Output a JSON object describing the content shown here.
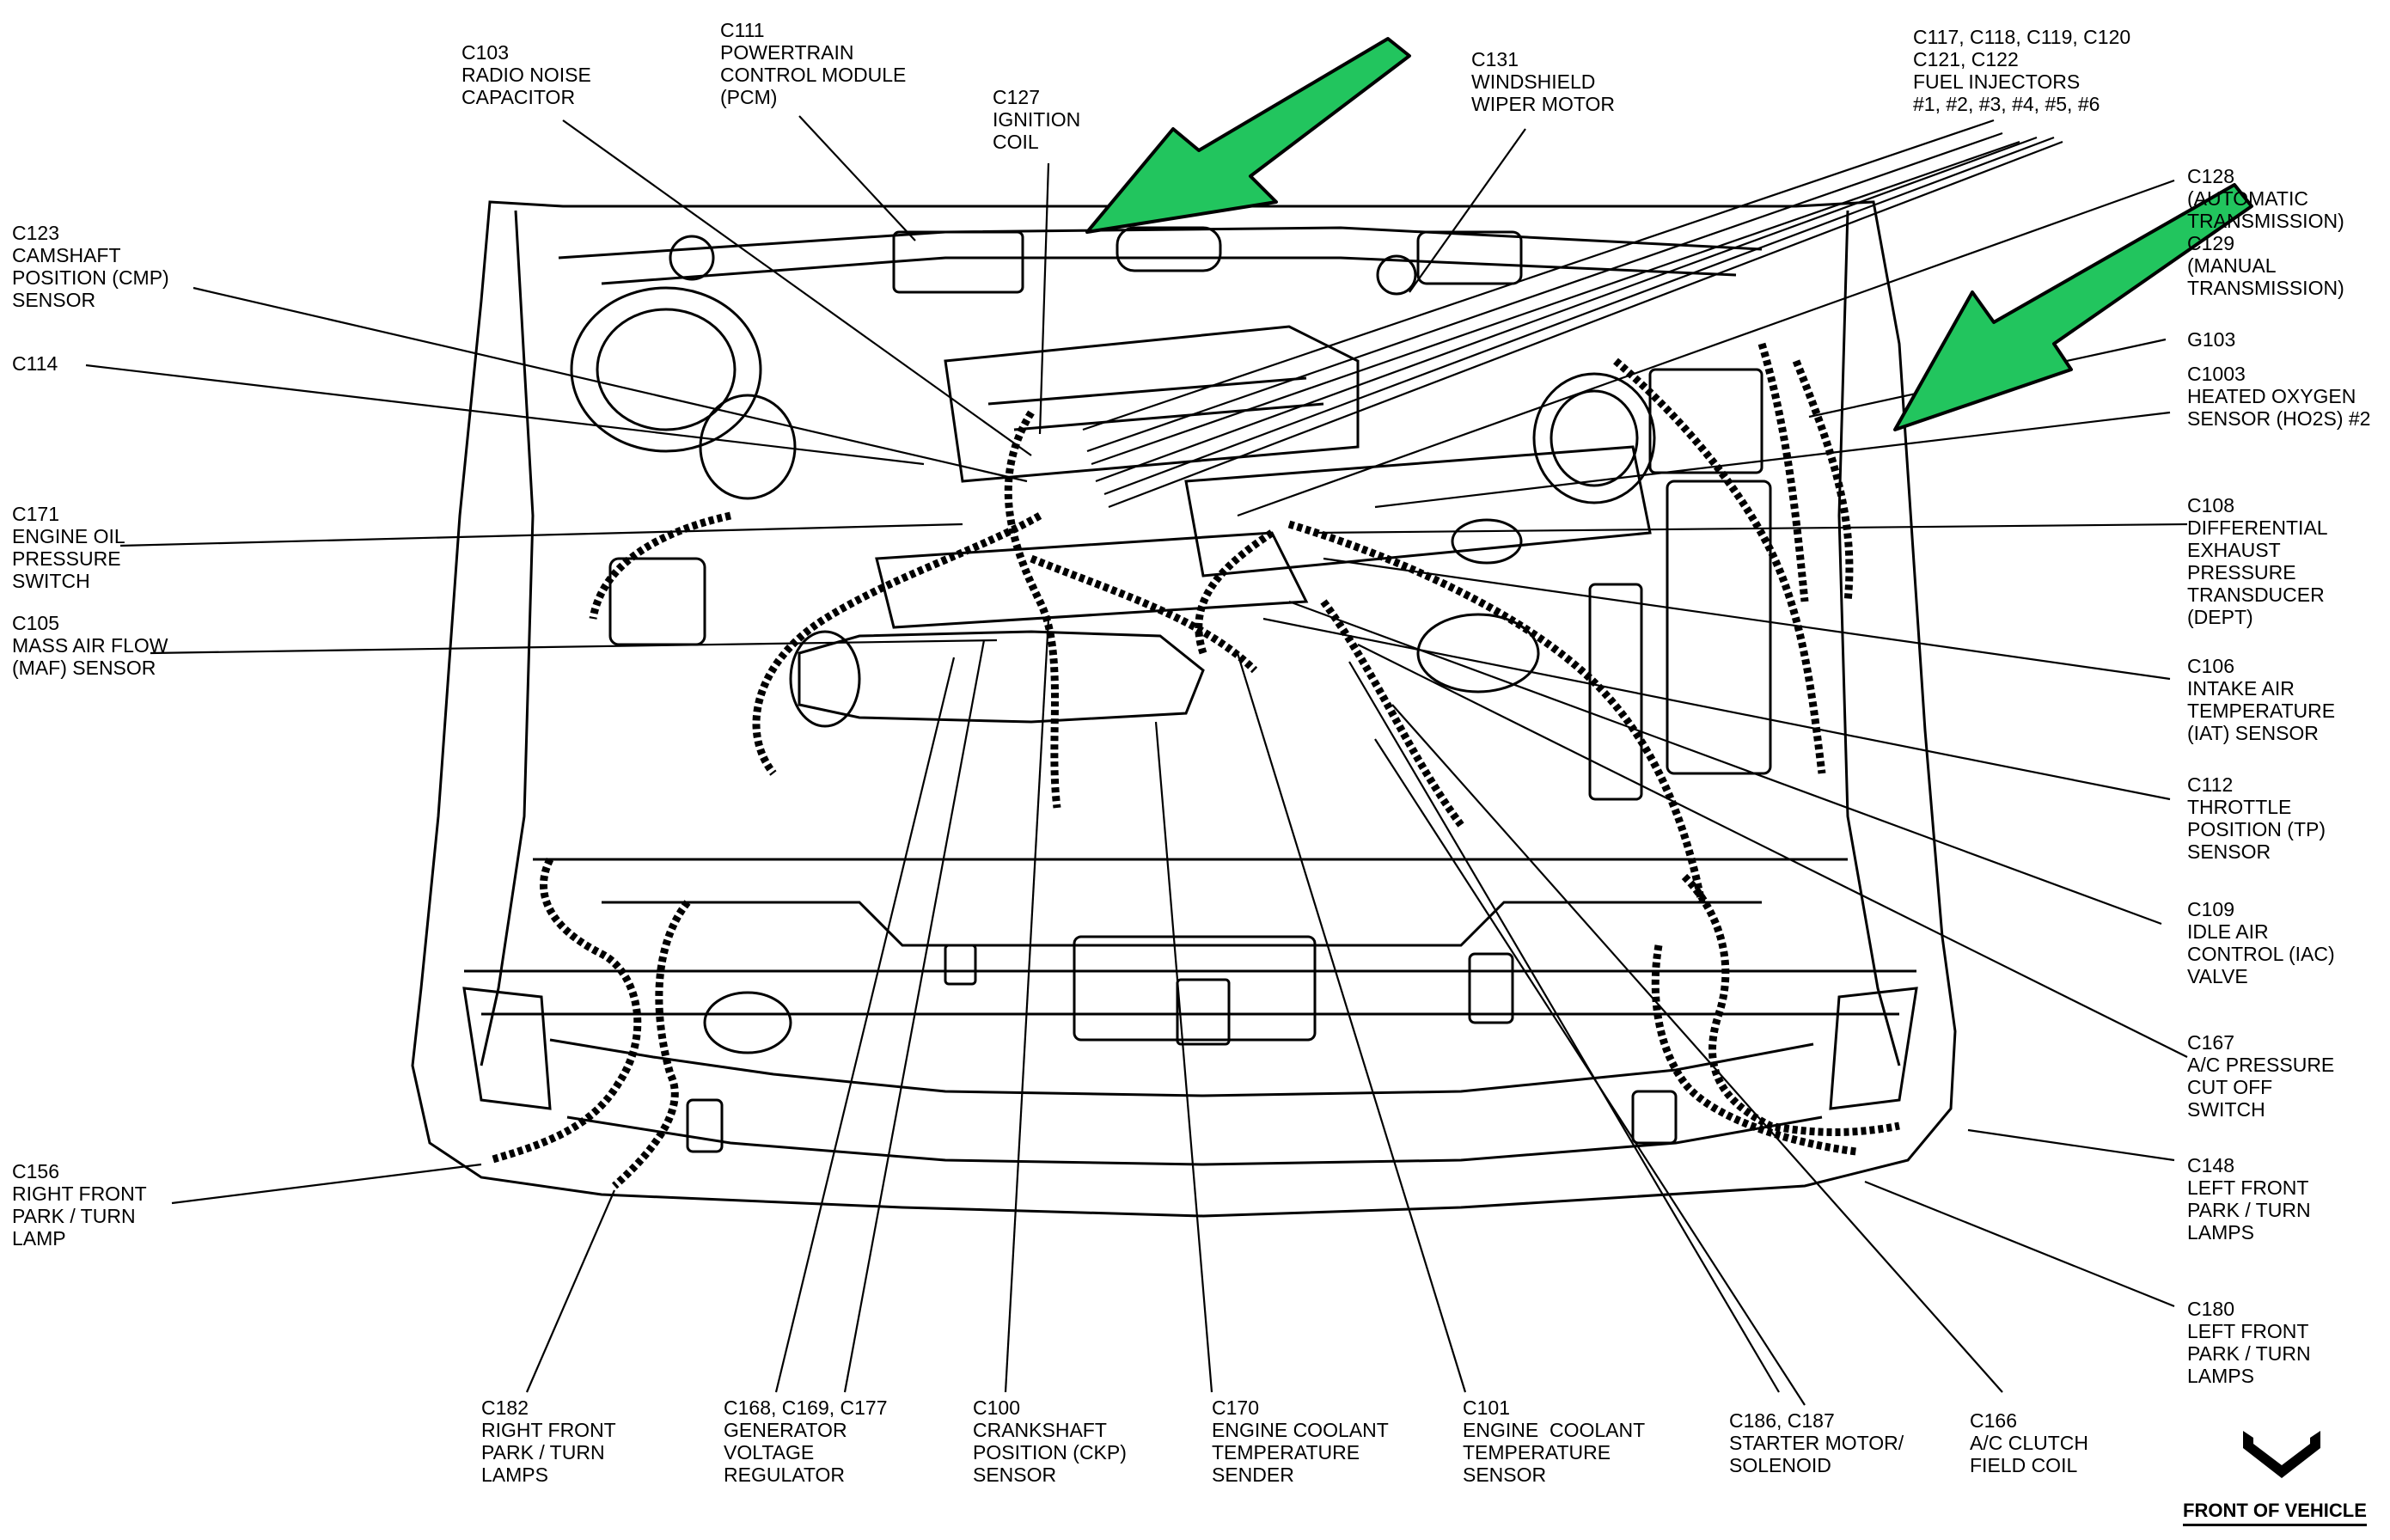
{
  "callouts": [
    {
      "id": "c103",
      "lines": [
        "C103",
        "RADIO NOISE",
        "CAPACITOR"
      ]
    },
    {
      "id": "c111",
      "lines": [
        "C111",
        "POWERTRAIN",
        "CONTROL MODULE",
        "(PCM)"
      ]
    },
    {
      "id": "c127",
      "lines": [
        "C127",
        "IGNITION",
        "COIL"
      ]
    },
    {
      "id": "c131",
      "lines": [
        "C131",
        "WINDSHIELD",
        "WIPER MOTOR"
      ]
    },
    {
      "id": "c117",
      "lines": [
        "C117, C118, C119, C120",
        "C121, C122",
        "FUEL INJECTORS",
        "#1, #2, #3, #4, #5, #6"
      ]
    },
    {
      "id": "c123",
      "lines": [
        "C123",
        "CAMSHAFT",
        "POSITION (CMP)",
        "SENSOR"
      ]
    },
    {
      "id": "c114",
      "lines": [
        "C114"
      ]
    },
    {
      "id": "c171",
      "lines": [
        "C171",
        "ENGINE OIL",
        "PRESSURE",
        "SWITCH"
      ]
    },
    {
      "id": "c105",
      "lines": [
        "C105",
        "MASS AIR FLOW",
        "(MAF) SENSOR"
      ]
    },
    {
      "id": "c156",
      "lines": [
        "C156",
        "RIGHT FRONT",
        "PARK / TURN",
        "LAMP"
      ]
    },
    {
      "id": "c128",
      "lines": [
        "C128",
        "(AUTOMATIC",
        "TRANSMISSION)",
        "C129",
        "(MANUAL",
        "TRANSMISSION)"
      ]
    },
    {
      "id": "g103",
      "lines": [
        "G103"
      ]
    },
    {
      "id": "c1003",
      "lines": [
        "C1003",
        "HEATED OXYGEN",
        "SENSOR (HO2S) #2"
      ]
    },
    {
      "id": "c108",
      "lines": [
        "C108",
        "DIFFERENTIAL",
        "EXHAUST",
        "PRESSURE",
        "TRANSDUCER",
        "(DEPT)"
      ]
    },
    {
      "id": "c106",
      "lines": [
        "C106",
        "INTAKE AIR",
        "TEMPERATURE",
        "(IAT) SENSOR"
      ]
    },
    {
      "id": "c112",
      "lines": [
        "C112",
        "THROTTLE",
        "POSITION (TP)",
        "SENSOR"
      ]
    },
    {
      "id": "c109",
      "lines": [
        "C109",
        "IDLE AIR",
        "CONTROL (IAC)",
        "VALVE"
      ]
    },
    {
      "id": "c167",
      "lines": [
        "C167",
        "A/C PRESSURE",
        "CUT OFF",
        "SWITCH"
      ]
    },
    {
      "id": "c148",
      "lines": [
        "C148",
        "LEFT FRONT",
        "PARK / TURN",
        "LAMPS"
      ]
    },
    {
      "id": "c180",
      "lines": [
        "C180",
        "LEFT FRONT",
        "PARK / TURN",
        "LAMPS"
      ]
    },
    {
      "id": "c182",
      "lines": [
        "C182",
        "RIGHT FRONT",
        "PARK / TURN",
        "LAMPS"
      ]
    },
    {
      "id": "c168",
      "lines": [
        "C168, C169, C177",
        "GENERATOR",
        "VOLTAGE",
        "REGULATOR"
      ]
    },
    {
      "id": "c100",
      "lines": [
        "C100",
        "CRANKSHAFT",
        "POSITION (CKP)",
        "SENSOR"
      ]
    },
    {
      "id": "c170",
      "lines": [
        "C170",
        "ENGINE COOLANT",
        "TEMPERATURE",
        "SENDER"
      ]
    },
    {
      "id": "c101",
      "lines": [
        "C101",
        "ENGINE  COOLANT",
        "TEMPERATURE",
        "SENSOR"
      ]
    },
    {
      "id": "c186",
      "lines": [
        "C186, C187",
        "STARTER MOTOR/",
        "SOLENOID"
      ]
    },
    {
      "id": "c166",
      "lines": [
        "C166",
        "A/C CLUTCH",
        "FIELD COIL"
      ]
    }
  ],
  "front_of_vehicle": "FRONT OF VEHICLE",
  "colors": {
    "line": "#000000",
    "arrow_fill": "#22c55e",
    "arrow_stroke": "#000000"
  }
}
